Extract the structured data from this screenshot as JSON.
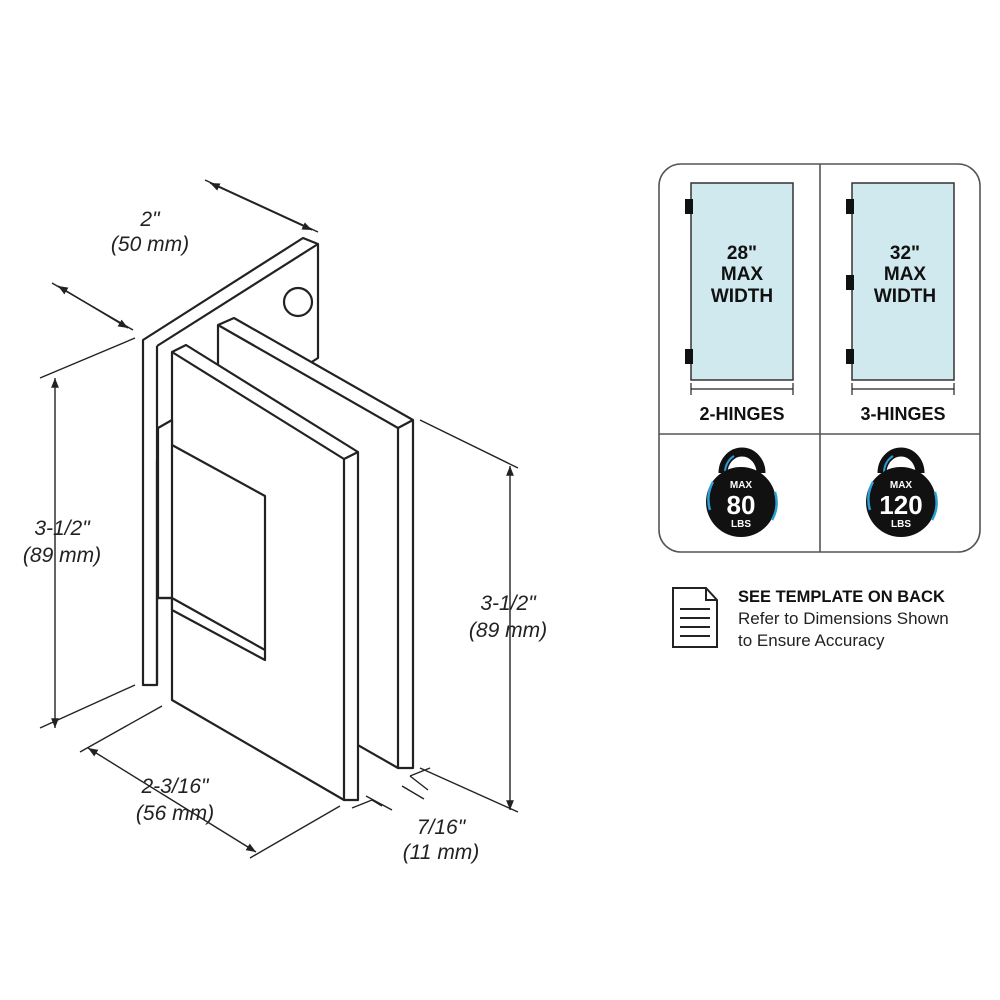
{
  "dimensions": {
    "depth": {
      "imperial": "2\"",
      "metric": "(50 mm)"
    },
    "height_left": {
      "imperial": "3-1/2\"",
      "metric": "(89 mm)"
    },
    "height_right": {
      "imperial": "3-1/2\"",
      "metric": "(89 mm)"
    },
    "width": {
      "imperial": "2-3/16\"",
      "metric": "(56 mm)"
    },
    "thickness": {
      "imperial": "7/16\"",
      "metric": "(11 mm)"
    }
  },
  "panels": [
    {
      "glass_lines": [
        "28\"",
        "MAX",
        "WIDTH"
      ],
      "hinges_label": "2-HINGES",
      "badge": {
        "top": "MAX",
        "value": "80",
        "unit": "LBS"
      }
    },
    {
      "glass_lines": [
        "32\"",
        "MAX",
        "WIDTH"
      ],
      "hinges_label": "3-HINGES",
      "badge": {
        "top": "MAX",
        "value": "120",
        "unit": "LBS"
      }
    }
  ],
  "note": {
    "icon": "document-icon",
    "title": "SEE TEMPLATE ON BACK",
    "lines": [
      "Refer to Dimensions Shown",
      "to Ensure Accuracy"
    ]
  },
  "colors": {
    "glass": "#cfe9ee",
    "badge": "#111111",
    "badge_ring": "#2a9fd6",
    "line": "#222222"
  }
}
